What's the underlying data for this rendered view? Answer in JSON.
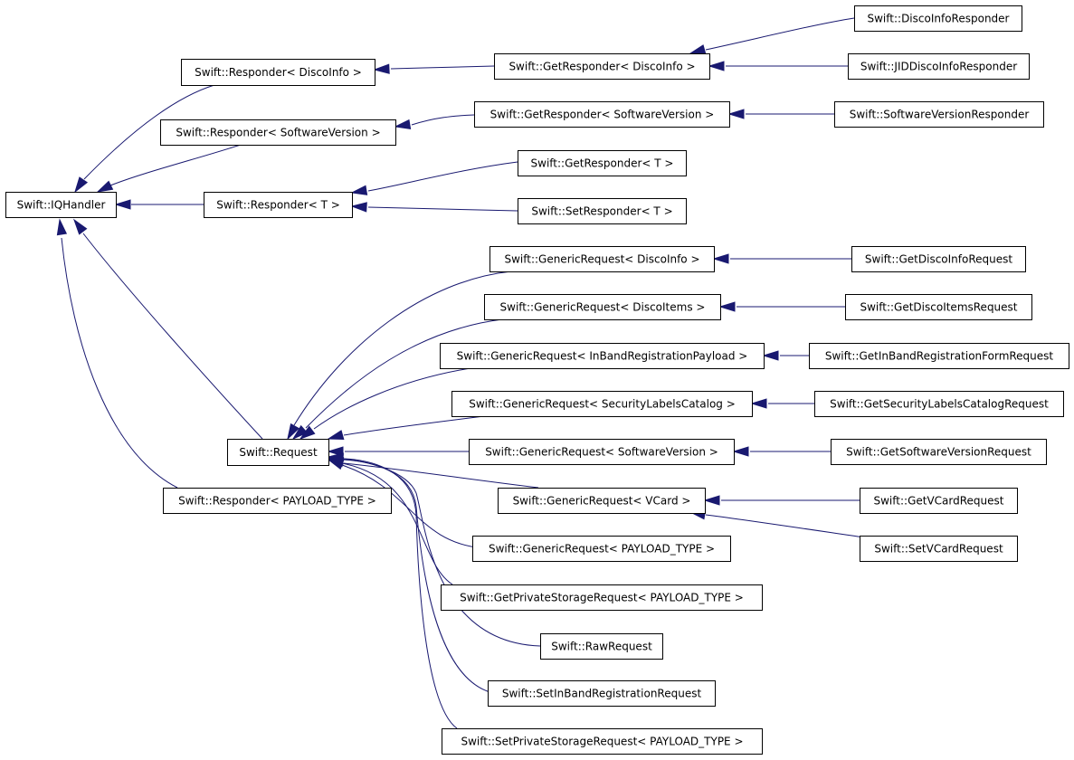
{
  "diagram": {
    "type": "inheritance-graph",
    "edge_color": "#191970",
    "node_border_color": "#000000",
    "nodes": [
      {
        "id": "iqhandler",
        "label": "Swift::IQHandler"
      },
      {
        "id": "resp_discoinfo",
        "label": "Swift::Responder< DiscoInfo >"
      },
      {
        "id": "resp_softwareversion",
        "label": "Swift::Responder< SoftwareVersion >"
      },
      {
        "id": "resp_t",
        "label": "Swift::Responder< T >"
      },
      {
        "id": "resp_payload",
        "label": "Swift::Responder< PAYLOAD_TYPE >"
      },
      {
        "id": "request",
        "label": "Swift::Request"
      },
      {
        "id": "getresp_discoinfo",
        "label": "Swift::GetResponder< DiscoInfo >"
      },
      {
        "id": "getresp_softwareversion",
        "label": "Swift::GetResponder< SoftwareVersion >"
      },
      {
        "id": "getresp_t",
        "label": "Swift::GetResponder< T >"
      },
      {
        "id": "setresp_t",
        "label": "Swift::SetResponder< T >"
      },
      {
        "id": "discoinforesponder",
        "label": "Swift::DiscoInfoResponder"
      },
      {
        "id": "jiddiscoinforesponder",
        "label": "Swift::JIDDiscoInfoResponder"
      },
      {
        "id": "softwareversionresponder",
        "label": "Swift::SoftwareVersionResponder"
      },
      {
        "id": "genreq_discoinfo",
        "label": "Swift::GenericRequest< DiscoInfo >"
      },
      {
        "id": "genreq_discoitems",
        "label": "Swift::GenericRequest< DiscoItems >"
      },
      {
        "id": "genreq_inband",
        "label": "Swift::GenericRequest< InBandRegistrationPayload >"
      },
      {
        "id": "genreq_seclabels",
        "label": "Swift::GenericRequest< SecurityLabelsCatalog >"
      },
      {
        "id": "genreq_softwareversion",
        "label": "Swift::GenericRequest< SoftwareVersion >"
      },
      {
        "id": "genreq_vcard",
        "label": "Swift::GenericRequest< VCard >"
      },
      {
        "id": "genreq_payload",
        "label": "Swift::GenericRequest< PAYLOAD_TYPE >"
      },
      {
        "id": "getprivstorage",
        "label": "Swift::GetPrivateStorageRequest< PAYLOAD_TYPE >"
      },
      {
        "id": "rawrequest",
        "label": "Swift::RawRequest"
      },
      {
        "id": "setinband",
        "label": "Swift::SetInBandRegistrationRequest"
      },
      {
        "id": "setprivstorage",
        "label": "Swift::SetPrivateStorageRequest< PAYLOAD_TYPE >"
      },
      {
        "id": "getdiscoinforeq",
        "label": "Swift::GetDiscoInfoRequest"
      },
      {
        "id": "getdiscoitemsreq",
        "label": "Swift::GetDiscoItemsRequest"
      },
      {
        "id": "getinbandformreq",
        "label": "Swift::GetInBandRegistrationFormRequest"
      },
      {
        "id": "getseclabelsreq",
        "label": "Swift::GetSecurityLabelsCatalogRequest"
      },
      {
        "id": "getsoftwareversionreq",
        "label": "Swift::GetSoftwareVersionRequest"
      },
      {
        "id": "getvcardreq",
        "label": "Swift::GetVCardRequest"
      },
      {
        "id": "setvcardreq",
        "label": "Swift::SetVCardRequest"
      }
    ],
    "edges": [
      {
        "from": "resp_discoinfo",
        "to": "iqhandler"
      },
      {
        "from": "resp_softwareversion",
        "to": "iqhandler"
      },
      {
        "from": "resp_t",
        "to": "iqhandler"
      },
      {
        "from": "request",
        "to": "iqhandler"
      },
      {
        "from": "resp_payload",
        "to": "iqhandler"
      },
      {
        "from": "getresp_discoinfo",
        "to": "resp_discoinfo"
      },
      {
        "from": "discoinforesponder",
        "to": "getresp_discoinfo"
      },
      {
        "from": "jiddiscoinforesponder",
        "to": "getresp_discoinfo"
      },
      {
        "from": "getresp_softwareversion",
        "to": "resp_softwareversion"
      },
      {
        "from": "softwareversionresponder",
        "to": "getresp_softwareversion"
      },
      {
        "from": "getresp_t",
        "to": "resp_t"
      },
      {
        "from": "setresp_t",
        "to": "resp_t"
      },
      {
        "from": "genreq_discoinfo",
        "to": "request"
      },
      {
        "from": "genreq_discoitems",
        "to": "request"
      },
      {
        "from": "genreq_inband",
        "to": "request"
      },
      {
        "from": "genreq_seclabels",
        "to": "request"
      },
      {
        "from": "genreq_softwareversion",
        "to": "request"
      },
      {
        "from": "genreq_vcard",
        "to": "request"
      },
      {
        "from": "genreq_payload",
        "to": "request"
      },
      {
        "from": "getprivstorage",
        "to": "request"
      },
      {
        "from": "rawrequest",
        "to": "request"
      },
      {
        "from": "setinband",
        "to": "request"
      },
      {
        "from": "setprivstorage",
        "to": "request"
      },
      {
        "from": "getdiscoinforeq",
        "to": "genreq_discoinfo"
      },
      {
        "from": "getdiscoitemsreq",
        "to": "genreq_discoitems"
      },
      {
        "from": "getinbandformreq",
        "to": "genreq_inband"
      },
      {
        "from": "getseclabelsreq",
        "to": "genreq_seclabels"
      },
      {
        "from": "getsoftwareversionreq",
        "to": "genreq_softwareversion"
      },
      {
        "from": "getvcardreq",
        "to": "genreq_vcard"
      },
      {
        "from": "setvcardreq",
        "to": "genreq_vcard"
      }
    ]
  }
}
